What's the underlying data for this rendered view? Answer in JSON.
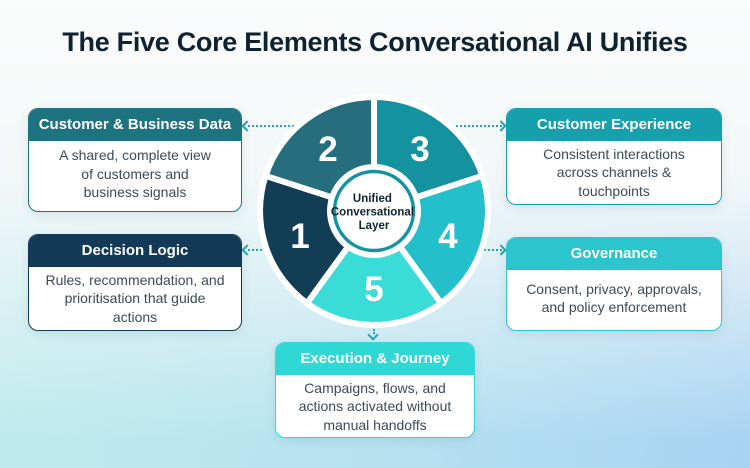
{
  "title": "The Five Core Elements Conversational AI Unifies",
  "wheel": {
    "center_label_lines": [
      "Unified",
      "Conversational",
      "Layer"
    ],
    "ring_color": "#1493a3",
    "segments": [
      {
        "number": "1",
        "color": "#123e55"
      },
      {
        "number": "2",
        "color": "#266e7e"
      },
      {
        "number": "3",
        "color": "#15929f"
      },
      {
        "number": "4",
        "color": "#23bfca"
      },
      {
        "number": "5",
        "color": "#3adcd7"
      }
    ]
  },
  "connector_color": "#25a3b2",
  "cards": [
    {
      "title": "Customer & Business Data",
      "body": "A shared, complete view\nof customers and\nbusiness signals",
      "accent": "#1d7380"
    },
    {
      "title": "Customer Experience",
      "body": "Consistent interactions\nacross channels &\ntouchpoints",
      "accent": "#16a0ae"
    },
    {
      "title": "Decision Logic",
      "body": "Rules, recommendation, and\nprioritisation that guide\nactions",
      "accent": "#123a56"
    },
    {
      "title": "Governance",
      "body": "Consent, privacy, approvals,\nand policy enforcement",
      "accent": "#2cc5ce"
    },
    {
      "title": "Execution & Journey",
      "body": "Campaigns, flows, and\nactions activated without\nmanual handoffs",
      "accent": "#2fd8d5"
    }
  ]
}
